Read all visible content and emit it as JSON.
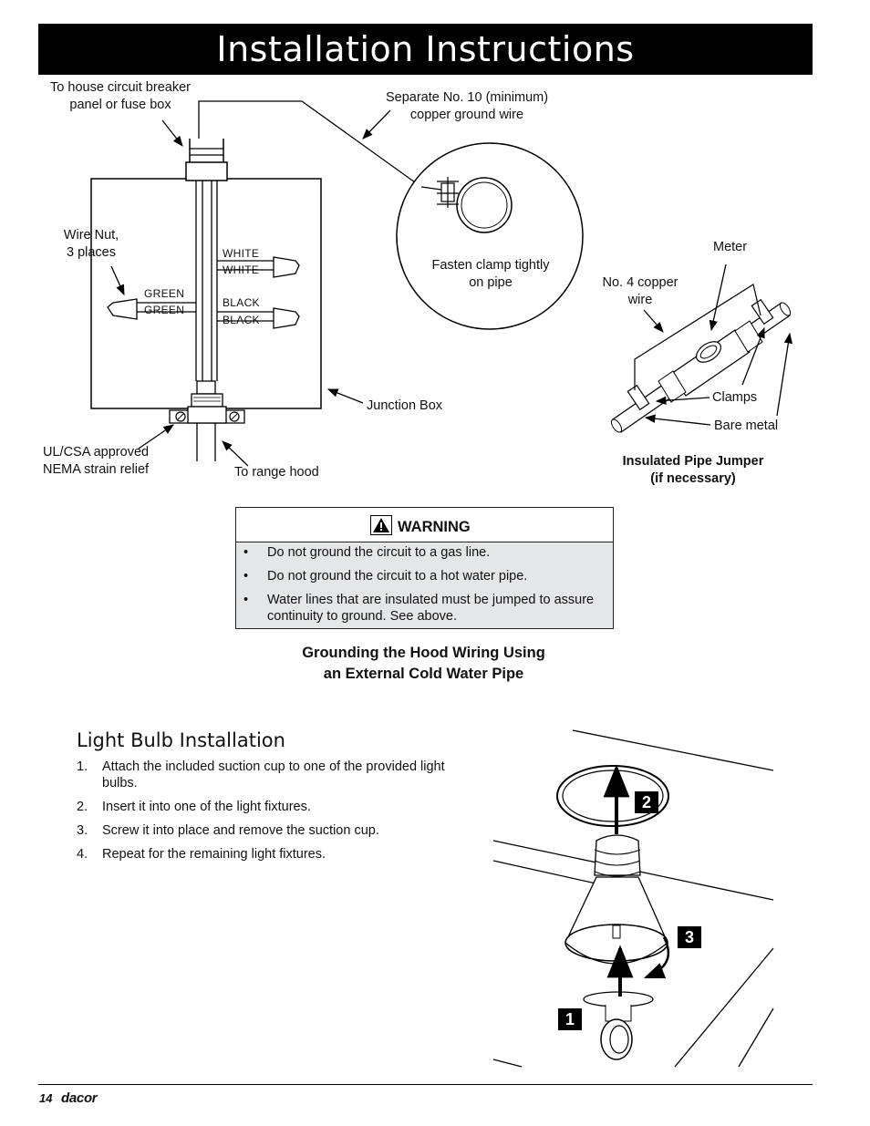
{
  "header": {
    "title": "Installation Instructions"
  },
  "wiring_diagram": {
    "callouts": {
      "house_panel": [
        "To house circuit breaker",
        "panel or fuse box"
      ],
      "ground_wire": [
        "Separate No. 10 (minimum)",
        "copper ground wire"
      ],
      "wire_nut": [
        "Wire Nut,",
        "3 places"
      ],
      "clamp_note": [
        "Fasten clamp tightly",
        "on pipe"
      ],
      "junction_box": "Junction Box",
      "strain_relief": [
        "UL/CSA approved",
        "NEMA strain relief"
      ],
      "range_hood": "To range hood"
    },
    "wire_labels": {
      "white_1": "WHITE",
      "white_2": "WHITE",
      "green_1": "GREEN",
      "green_2": "GREEN",
      "black_1": "BLACK",
      "black_2": "BLACK"
    }
  },
  "jumper_diagram": {
    "callouts": {
      "meter": "Meter",
      "copper_wire": [
        "No. 4 copper",
        "wire"
      ],
      "clamps": "Clamps",
      "bare_metal": "Bare metal"
    },
    "title": [
      "Insulated Pipe Jumper",
      "(if necessary)"
    ]
  },
  "warning": {
    "heading": "WARNING",
    "items": [
      "Do not ground the circuit to a gas line.",
      "Do not ground the circuit to a hot water pipe.",
      "Water lines that are insulated must be jumped to assure continuity to ground. See above."
    ],
    "bullet": "•"
  },
  "caption": [
    "Grounding the Hood Wiring Using",
    "an External Cold Water Pipe"
  ],
  "light_bulb": {
    "title": "Light Bulb Installation",
    "steps": [
      {
        "num": "1.",
        "text": "Attach the included suction cup to one of the provided light bulbs."
      },
      {
        "num": "2.",
        "text": "Insert it into one of the light fixtures."
      },
      {
        "num": "3.",
        "text": "Screw it into place and remove the suction cup."
      },
      {
        "num": "4.",
        "text": "Repeat for the remaining light fixtures."
      }
    ],
    "badges": [
      "1",
      "2",
      "3"
    ]
  },
  "footer": {
    "page_number": "14",
    "brand": "dacor"
  }
}
